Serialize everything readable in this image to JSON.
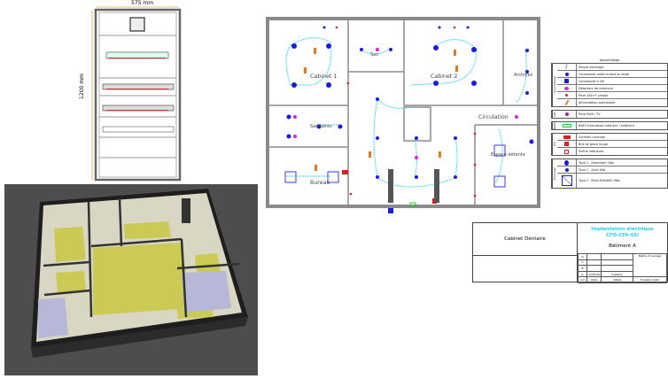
{
  "switchboard": {
    "width_label": "575 mm",
    "height_label": "1200 mm",
    "dim_color": "#f0a040"
  },
  "floor_plan": {
    "rooms": [
      "Cabinet 1",
      "Sas",
      "Cabinet 2",
      "Archives",
      "Sanitaires",
      "Circulation",
      "Espace détente",
      "Bureau"
    ],
    "colors": {
      "wall": "#8a8a8a",
      "circuit": "#35d8e8",
      "light": "#1a1adb",
      "socket": "#e02020",
      "special": "#e07a20",
      "detector": "#e020e0"
    }
  },
  "legend": {
    "title": "Appareillage",
    "groups": [
      {
        "label": "Appareillage",
        "items": [
          "Simple allumage",
          "Commande volet roulant ou store",
          "Commande à clé",
          "Détecteur de présence",
          "Prise 16A+T simple",
          "Alimentation spécialisée"
        ]
      },
      {
        "label": "CFA",
        "items": [
          "Prise RJ45 / TV"
        ]
      },
      {
        "label": "BAES",
        "items": [
          "BAES Evacuation intérieur / extérieur"
        ]
      },
      {
        "label": "SSI",
        "items": [
          "Centrale incendie",
          "Bris de glace rouge",
          "Sirène intérieure"
        ]
      },
      {
        "label": "Eclairage",
        "items": [
          "Type 1 - Downlight 18w",
          "Type 1 - Spot 18w",
          "Type 1 - Pavé 600x600 36w"
        ]
      }
    ]
  },
  "title_block": {
    "project": "Cabinet Dentaire",
    "title_line1": "Implantation électrique",
    "title_line2": "CFO-CFA-SSI",
    "building": "Bâtiment A",
    "owner_label": "Maître d'ouvrage",
    "revisions": [
      "D",
      "C",
      "B",
      "A"
    ],
    "rev_a_date": "12/01/20",
    "rev_a_detail": "Création",
    "col_ind": "ind",
    "col_date": "Date",
    "col_detail": "Détail",
    "scale": "Echelle 1/100"
  }
}
